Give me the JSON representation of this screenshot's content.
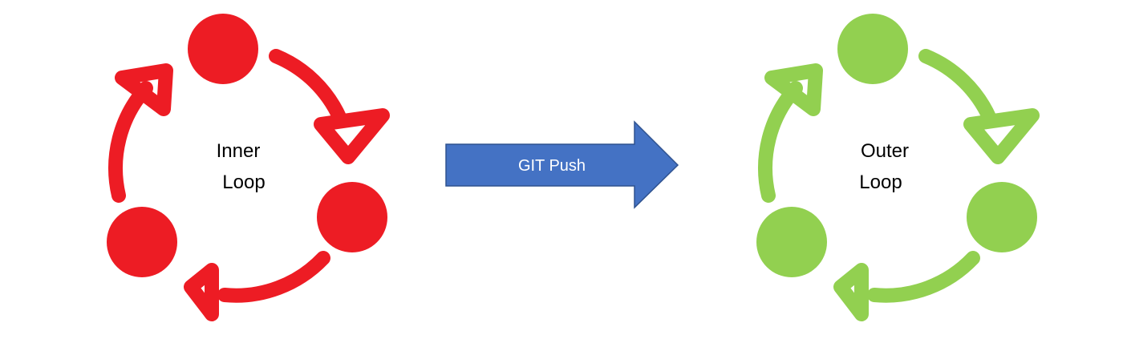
{
  "inner_loop": {
    "label_line1": "Inner",
    "label_line2": "Loop",
    "color": "#ED1C24"
  },
  "push_arrow": {
    "label": "GIT Push",
    "fill": "#4472C4",
    "stroke": "#2F528F"
  },
  "outer_loop": {
    "label_line1": "Outer",
    "label_line2": "Loop",
    "color": "#92D050"
  }
}
